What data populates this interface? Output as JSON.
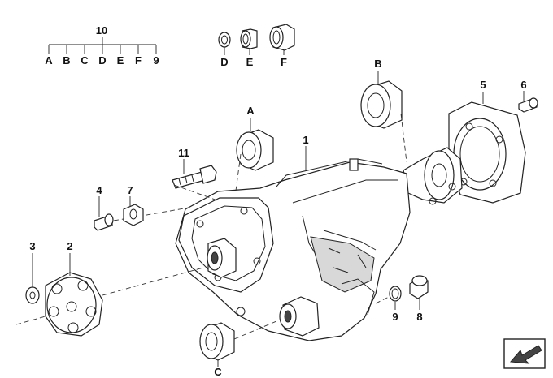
{
  "labels": {
    "l1": "1",
    "l2": "2",
    "l3": "3",
    "l4": "4",
    "l5": "5",
    "l6": "6",
    "l7": "7",
    "l8": "8",
    "l9": "9",
    "l10": "10",
    "l11": "11",
    "lA": "A",
    "lB": "B",
    "lC": "C",
    "lD": "D",
    "lE": "E",
    "lF": "F"
  },
  "kit_legend": {
    "title": "10",
    "items": [
      "A",
      "B",
      "C",
      "D",
      "E",
      "F",
      "9"
    ]
  }
}
